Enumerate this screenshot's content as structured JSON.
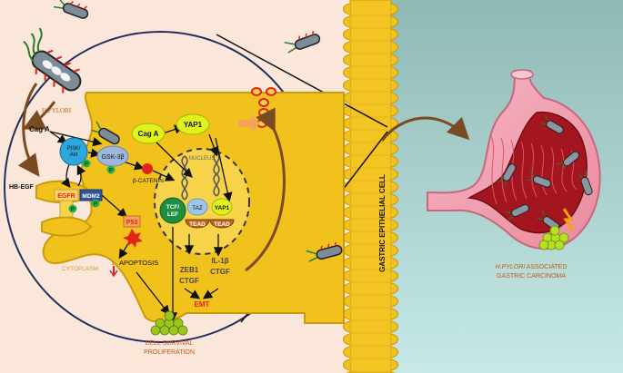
{
  "labels": {
    "h_pylori": "H.PYLORI",
    "cag_a_left": "Cag A",
    "pi3k_akt": "PI3K/\nAkt",
    "gsk3b": "GSK-3β",
    "hb_egf": "HB-EGF",
    "egfr": "EGFR",
    "mdm2": "MDM2",
    "p53": "P53",
    "beta_catenin": "β-CATENIN",
    "cag_a_center": "Cag A",
    "yap1_top": "YAP1",
    "nucleus": "NUCLEUS",
    "tcf_lef": "TCF/\nLEF",
    "taz": "TAZ",
    "yap1_right": "YAP1",
    "tead_1": "TEAD",
    "tead_2": "TEAD",
    "apoptosis": "APOPTOSIS",
    "cytoplasm": "CYTOPLASM",
    "zeb1": "ZEB1",
    "ctgf_1": "CTGF",
    "il1b": "IL-1β",
    "ctgf_2": "CTGF",
    "emt": "EMT",
    "cell_survival": "CELL SURVIVAL",
    "proliferation": "PROLIFERATION",
    "gastric_epithelial_cell": "GASTRIC EPITHELIAL CELL",
    "carcinoma_line1_italic": "H.PYLORI",
    "carcinoma_line1_rest": " ASSOCIATED",
    "carcinoma_line2": "GASTRIC CARCINOMA",
    "p_badge": "P"
  },
  "colors": {
    "left_bg": "#fbe6da",
    "right_bg_top": "#8fb9b5",
    "right_bg_bottom": "#c6e9e7",
    "cell_fill": "#f2c21c",
    "cell_stroke": "#c99a0a",
    "villi_fill": "#f0c21d",
    "accent_red": "#e2231a",
    "label_orange": "#c55a11",
    "circle_stroke": "#1f2d5a",
    "akt_blue": "#2da8df",
    "gsk_blue": "#9fb7db",
    "yap_green": "#dff21c",
    "tcf_green": "#1e8f3e",
    "taz_blue": "#9ec6e8",
    "tead_brown": "#c0661a",
    "p_green": "#22b14c",
    "egfr_yellow": "#ffd36b",
    "mdm2_blue": "#2f5597",
    "cluster_green": "#9ac61e"
  }
}
